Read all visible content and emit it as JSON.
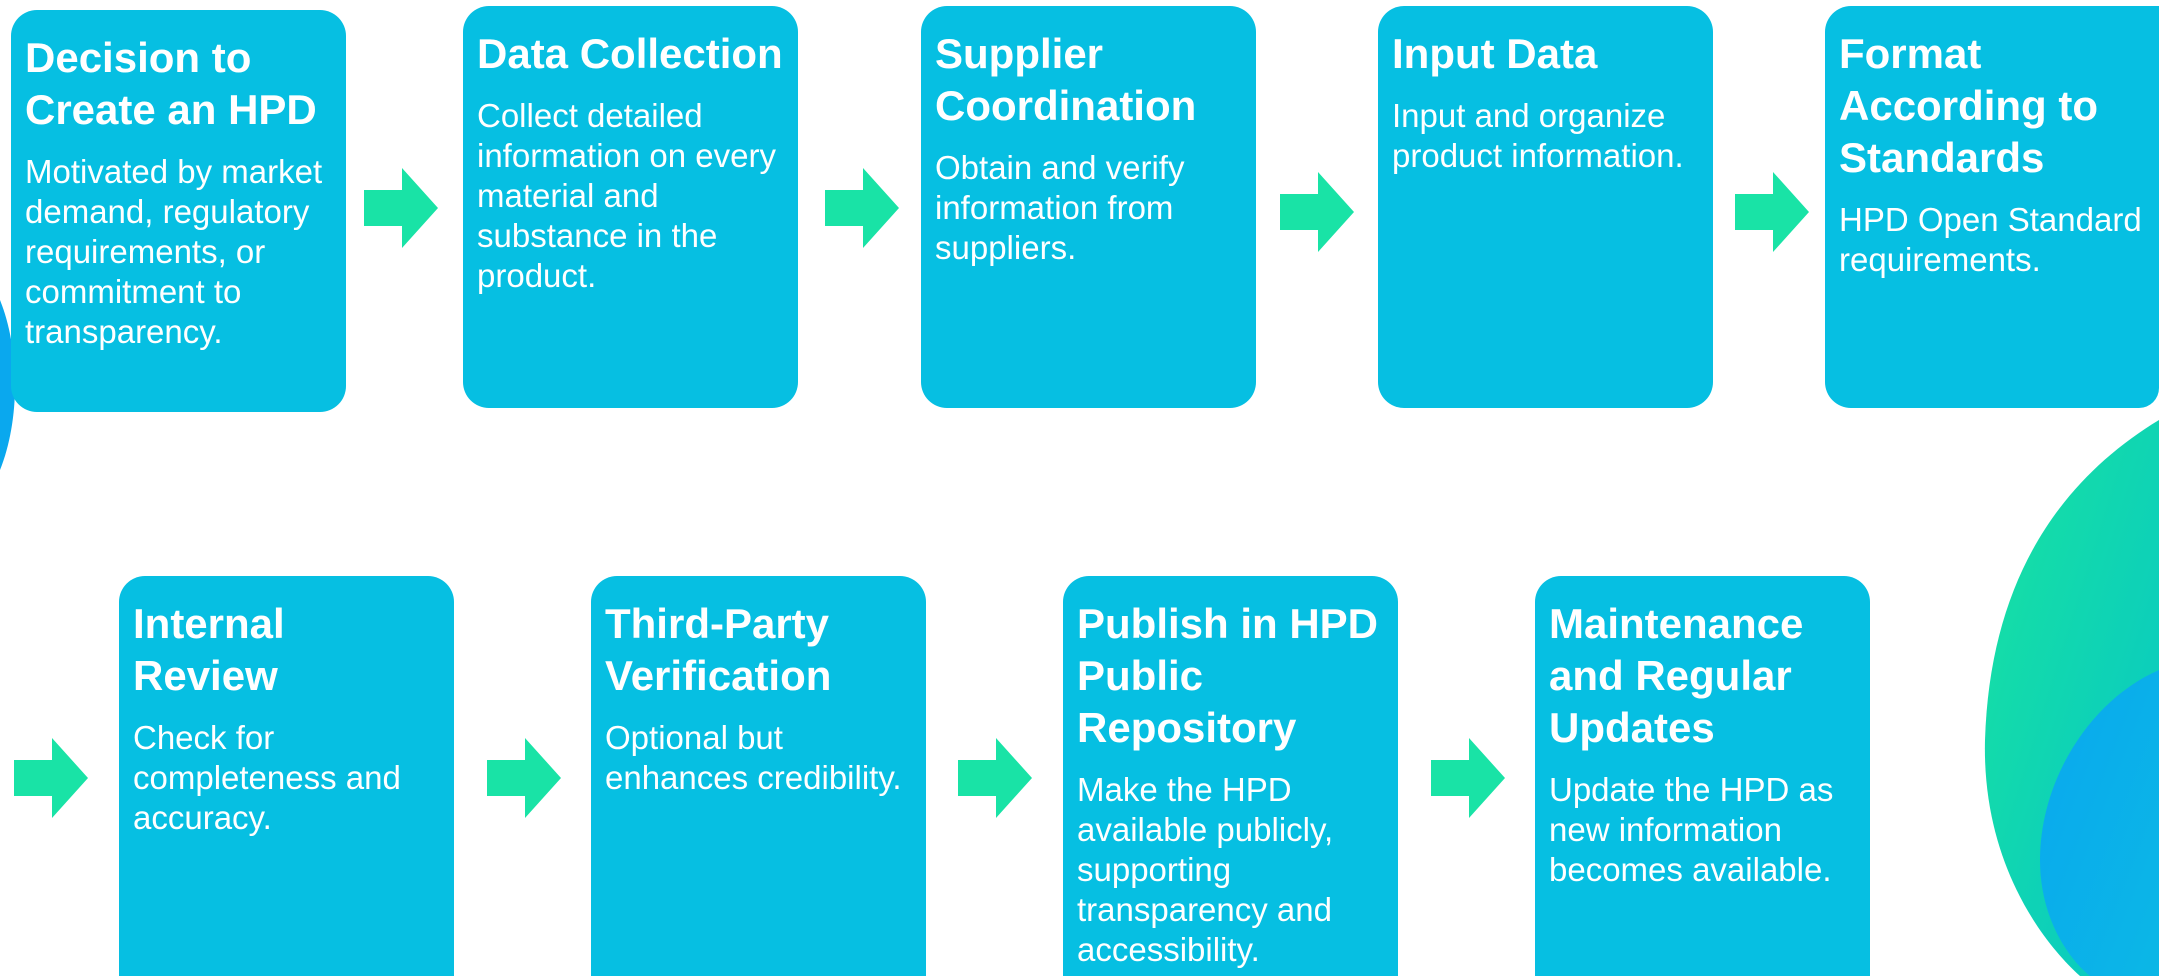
{
  "colors": {
    "card_fill": "#06bfe2",
    "card_text": "#ffffff",
    "arrow_fill": "#19e3a6",
    "accent_teal": "#18e3a0",
    "accent_blue": "#0aa8ee"
  },
  "arrow_icon": "right-arrow",
  "steps": [
    {
      "title": "Decision to Create an HPD",
      "description": "Motivated by market demand, regulatory requirements, or commitment to transparency."
    },
    {
      "title": "Data Collection",
      "description": "Collect detailed information on every material and substance in the product."
    },
    {
      "title": "Supplier Coordination",
      "description": "Obtain and verify information from suppliers."
    },
    {
      "title": "Input Data",
      "description": "Input and organize product information."
    },
    {
      "title": "Format According to Standards",
      "description": "HPD Open Standard requirements."
    },
    {
      "title": "Internal Review",
      "description": "Check for completeness and accuracy."
    },
    {
      "title": "Third-Party Verification",
      "description": "Optional but enhances credibility."
    },
    {
      "title": "Publish in HPD Public Repository",
      "description": "Make the HPD available publicly, supporting transparency and accessibility."
    },
    {
      "title": "Maintenance and Regular Updates",
      "description": "Update the HPD as new information becomes available."
    }
  ]
}
